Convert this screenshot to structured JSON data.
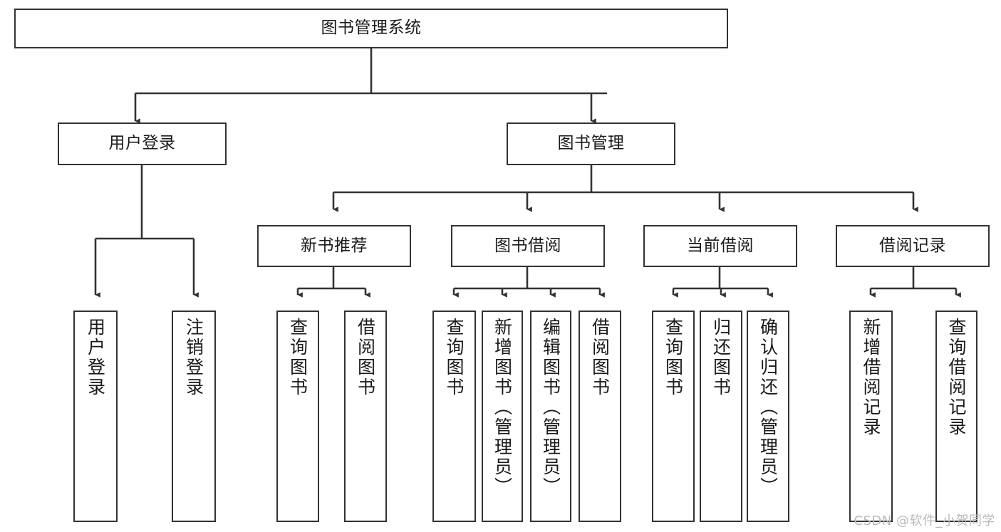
{
  "diagram": {
    "type": "hierarchy-tree",
    "title": "图书管理系统",
    "watermark": "CSDN @软件_小贺同学",
    "colors": {
      "stroke": "#333333",
      "fill": "#ffffff",
      "text": "#1a1a1a",
      "watermark": "#b9b9b9"
    },
    "nodes": {
      "root": {
        "label": "图书管理系统",
        "level": 1,
        "orientation": "horizontal"
      },
      "l2_user_login": {
        "label": "用户登录",
        "level": 2,
        "orientation": "horizontal"
      },
      "l2_book_manage": {
        "label": "图书管理",
        "level": 2,
        "orientation": "horizontal"
      },
      "l3_new_book_rec": {
        "label": "新书推荐",
        "level": 3,
        "orientation": "horizontal"
      },
      "l3_book_borrow": {
        "label": "图书借阅",
        "level": 3,
        "orientation": "horizontal"
      },
      "l3_current_borrow": {
        "label": "当前借阅",
        "level": 3,
        "orientation": "horizontal"
      },
      "l3_borrow_record": {
        "label": "借阅记录",
        "level": 3,
        "orientation": "horizontal"
      },
      "leaf_user_login": {
        "label": "用户登录",
        "level": 3,
        "orientation": "vertical",
        "parent": "用户登录"
      },
      "leaf_logout": {
        "label": "注销登录",
        "level": 3,
        "orientation": "vertical",
        "parent": "用户登录"
      },
      "leaf_query_book_a": {
        "label": "查询图书",
        "level": 4,
        "orientation": "vertical",
        "parent": "新书推荐"
      },
      "leaf_borrow_book_a": {
        "label": "借阅图书",
        "level": 4,
        "orientation": "vertical",
        "parent": "新书推荐"
      },
      "leaf_query_book_b": {
        "label": "查询图书",
        "level": 4,
        "orientation": "vertical",
        "parent": "图书借阅"
      },
      "leaf_add_book": {
        "label": "新增图书（管理员）",
        "level": 4,
        "orientation": "vertical",
        "parent": "图书借阅"
      },
      "leaf_edit_book": {
        "label": "编辑图书（管理员）",
        "level": 4,
        "orientation": "vertical",
        "parent": "图书借阅"
      },
      "leaf_borrow_book_b": {
        "label": "借阅图书",
        "level": 4,
        "orientation": "vertical",
        "parent": "图书借阅"
      },
      "leaf_query_book_c": {
        "label": "查询图书",
        "level": 4,
        "orientation": "vertical",
        "parent": "当前借阅"
      },
      "leaf_return_book": {
        "label": "归还图书",
        "level": 4,
        "orientation": "vertical",
        "parent": "当前借阅"
      },
      "leaf_confirm_return": {
        "label": "确认归还（管理员）",
        "level": 4,
        "orientation": "vertical",
        "parent": "当前借阅"
      },
      "leaf_add_record": {
        "label": "新增借阅记录",
        "level": 4,
        "orientation": "vertical",
        "parent": "借阅记录"
      },
      "leaf_query_record": {
        "label": "查询借阅记录",
        "level": 4,
        "orientation": "vertical",
        "parent": "借阅记录"
      }
    }
  }
}
